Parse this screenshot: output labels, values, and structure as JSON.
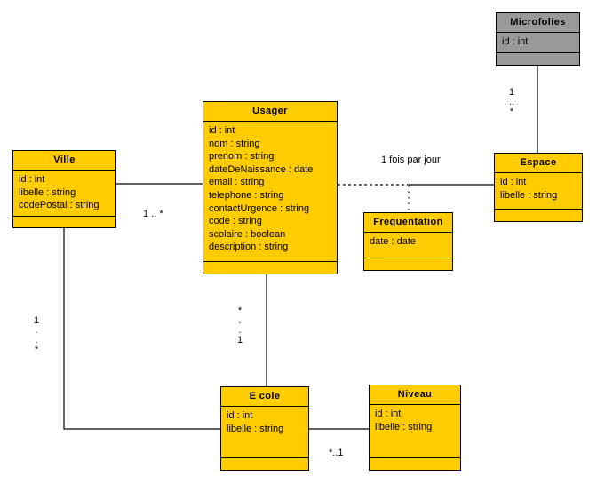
{
  "diagram": {
    "title": "UML Class Diagram",
    "colors": {
      "class_fill": "#FFCC00",
      "gray_fill": "#999999",
      "stroke": "#000000",
      "background": "#FFFFFF"
    }
  },
  "classes": {
    "microfolies": {
      "name": "Microfolies",
      "attributes": [
        "id : int"
      ],
      "operations": []
    },
    "usager": {
      "name": "Usager",
      "attributes": [
        "id : int",
        "nom : string",
        "prenom : string",
        "dateDeNaissance : date",
        "email : string",
        "telephone : string",
        "contactUrgence : string",
        "code : string",
        "scolaire : boolean",
        "description : string"
      ],
      "operations": []
    },
    "ville": {
      "name": "Ville",
      "attributes": [
        "id : int",
        "libelle : string",
        "codePostal : string"
      ],
      "operations": []
    },
    "espace": {
      "name": "Espace",
      "attributes": [
        "id : int",
        "libelle : string"
      ],
      "operations": []
    },
    "frequentation": {
      "name": "Frequentation",
      "attributes": [
        "date : date"
      ],
      "operations": []
    },
    "ecole": {
      "name": "E cole",
      "attributes": [
        "id : int",
        "libelle : string"
      ],
      "operations": []
    },
    "niveau": {
      "name": "Niveau",
      "attributes": [
        "id : int",
        "libelle : string"
      ],
      "operations": []
    }
  },
  "labels": {
    "usager_espace_note": "1 fois par jour",
    "ville_usager_mult": "1 .. *",
    "microfolies_espace_mult": "1\n..\n*",
    "ville_ecole_mult": "1\n.\n.\n*",
    "usager_ecole_mult": "*\n.\n.\n1",
    "ecole_niveau_mult": "*..1"
  }
}
